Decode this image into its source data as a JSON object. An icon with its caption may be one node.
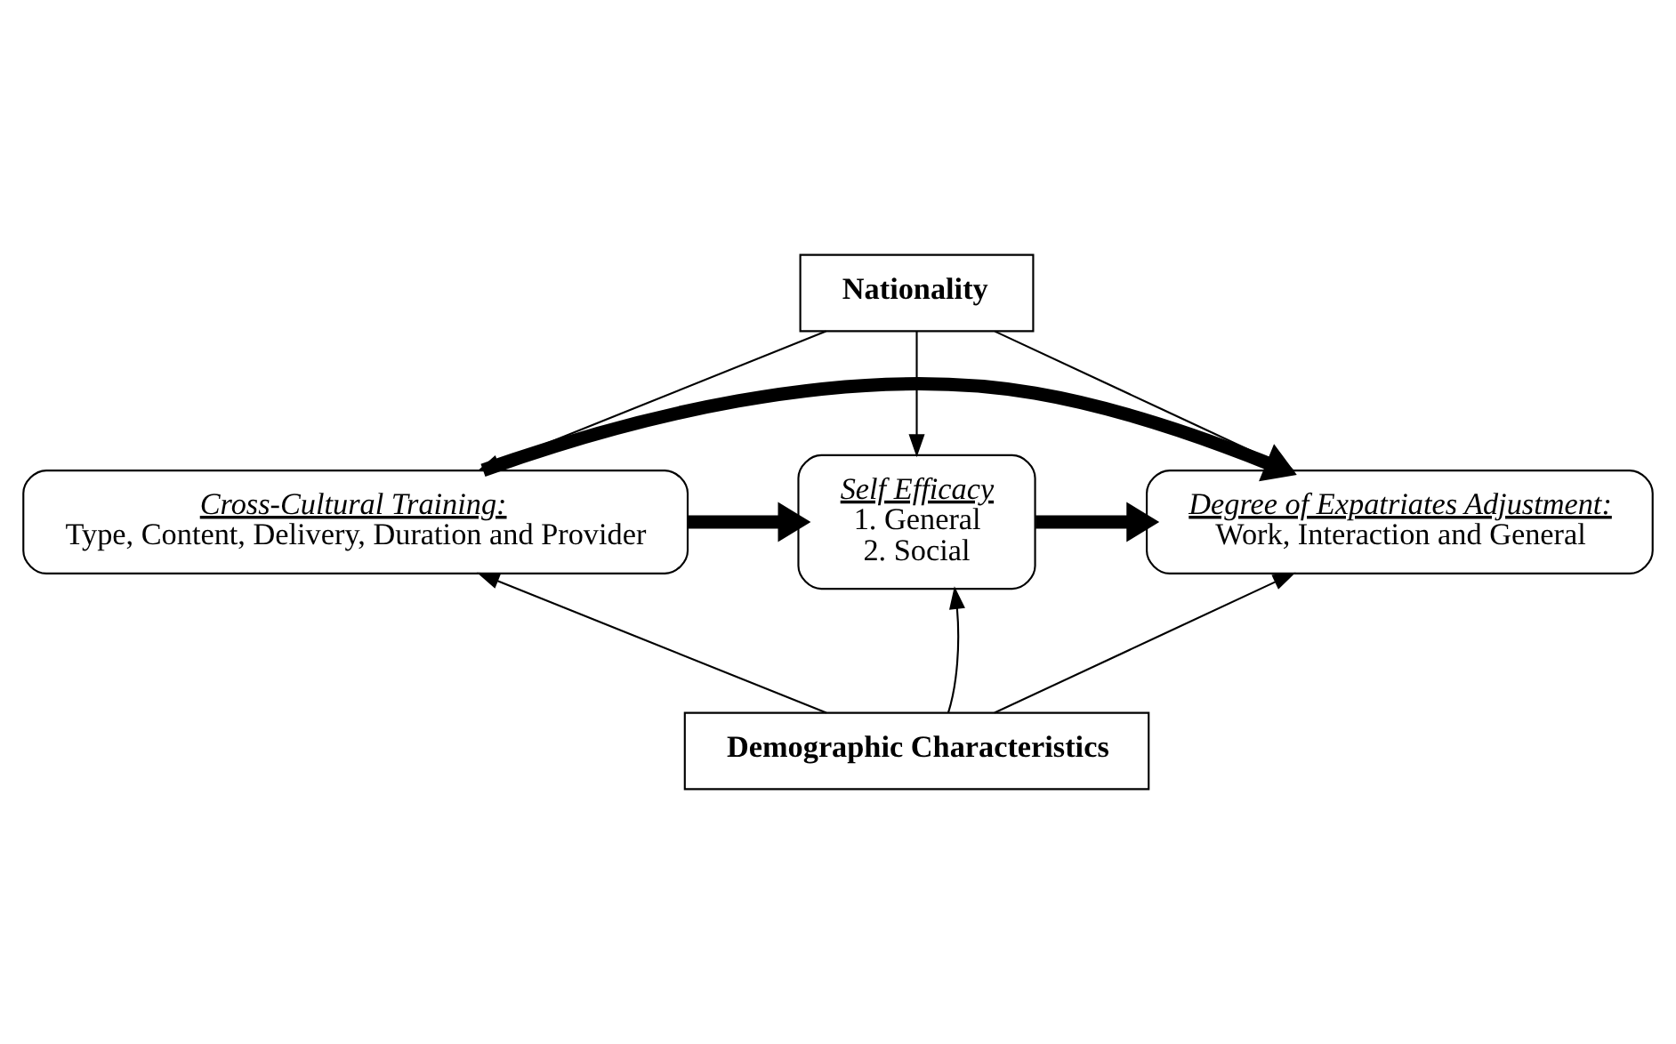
{
  "diagram": {
    "nodes": [
      {
        "text": [
          "Nationality"
        ]
      },
      {
        "text": [
          "Cross-Cultural Training:",
          "Type, Content, Delivery, Duration and Provider"
        ]
      },
      {
        "text": [
          "Self Efficacy",
          "1. General",
          "2. Social"
        ]
      },
      {
        "text": [
          "Degree of Expatriates Adjustment:",
          "Work, Interaction and General"
        ]
      },
      {
        "text": [
          "Demographic Characteristics"
        ]
      }
    ],
    "edges": [
      {
        "from": 0,
        "to": 1,
        "arrow": "to"
      },
      {
        "from": 0,
        "to": 2,
        "arrow": "to"
      },
      {
        "from": 0,
        "to": 3,
        "arrow": "to"
      },
      {
        "from": 1,
        "to": 3,
        "arrow": "to",
        "style": "thick"
      },
      {
        "from": 1,
        "to": 2,
        "arrow": "to",
        "style": "thick"
      },
      {
        "from": 2,
        "to": 3,
        "arrow": "to",
        "style": "thick"
      },
      {
        "from": 4,
        "to": 1,
        "arrow": "to"
      },
      {
        "from": 4,
        "to": 2,
        "arrow": "to"
      },
      {
        "from": 4,
        "to": 3,
        "arrow": "to"
      }
    ]
  }
}
